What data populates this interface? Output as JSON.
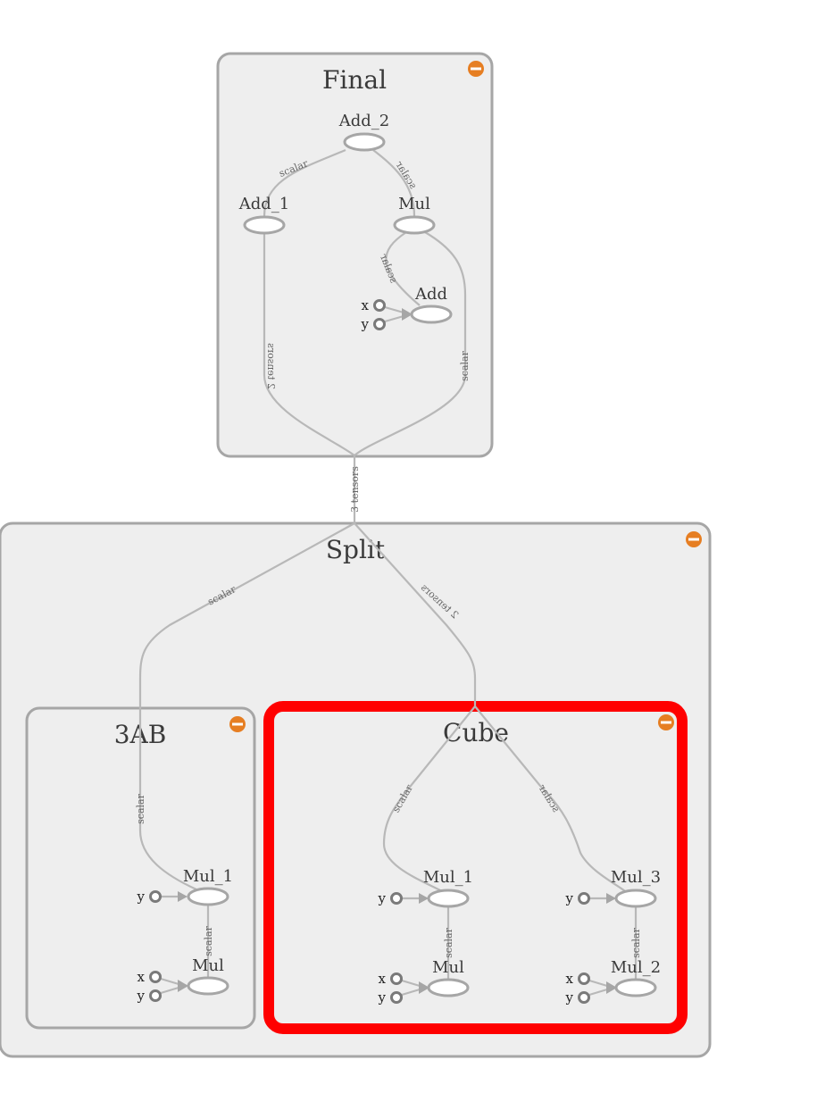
{
  "groups": {
    "final": "Final",
    "split": "Split",
    "ab": "3AB",
    "cube": "Cube"
  },
  "nodes": {
    "final_add2": "Add_2",
    "final_add1": "Add_1",
    "final_mul": "Mul",
    "final_add": "Add",
    "ab_mul1": "Mul_1",
    "ab_mul": "Mul",
    "cube_mul1": "Mul_1",
    "cube_mul3": "Mul_3",
    "cube_mul": "Mul",
    "cube_mul2": "Mul_2"
  },
  "inputs": {
    "x": "x",
    "y": "y"
  },
  "edges": {
    "scalar": "scalar",
    "two_tensors": "2 tensors",
    "three_tensors": "3 tensors"
  },
  "colors": {
    "selected_outline": "#ff0000",
    "collapse_button": "#e67e22",
    "group_fill": "#eeeeee"
  },
  "icons": {
    "collapse": "minus-circle-icon"
  },
  "selected_group": "Cube"
}
